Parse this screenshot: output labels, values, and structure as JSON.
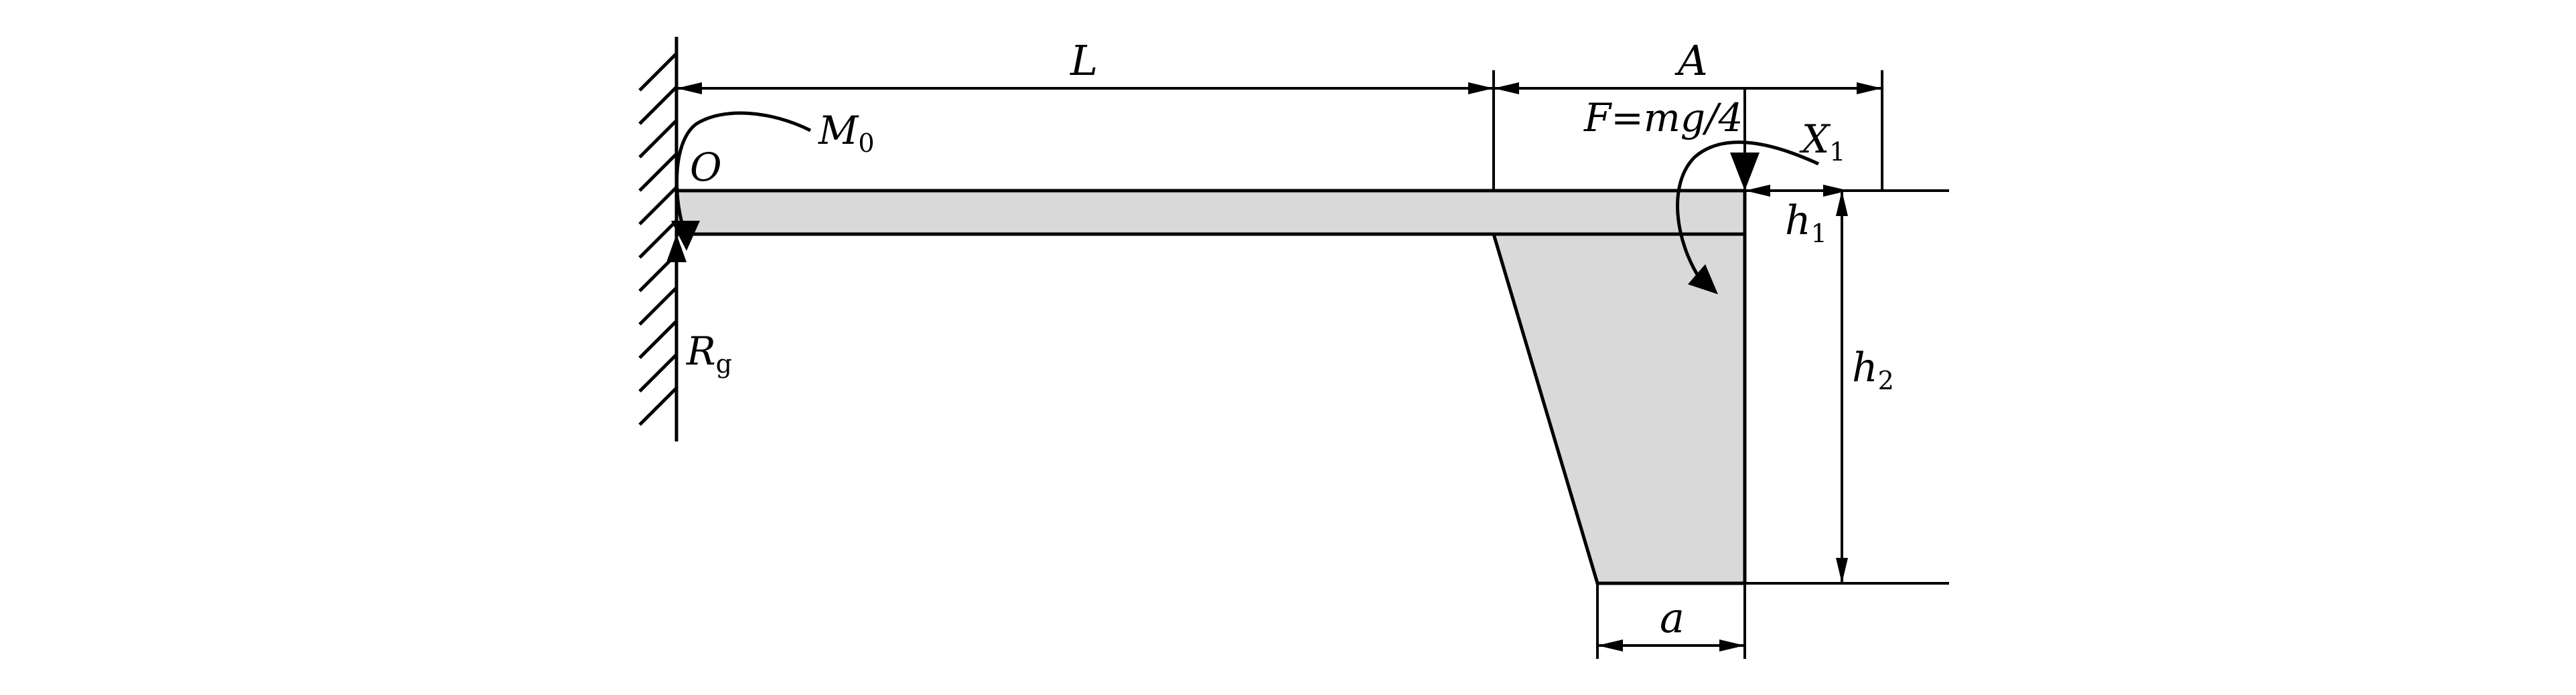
{
  "labels": {
    "L": "L",
    "A": "A",
    "F": "F=mg/4",
    "M0_main": "M",
    "M0_sub": "0",
    "O": "O",
    "X1_main": "X",
    "X1_sub": "1",
    "h1_main": "h",
    "h1_sub": "1",
    "h2_main": "h",
    "h2_sub": "2",
    "Rg_main": "R",
    "Rg_sub": "g",
    "a": "a"
  },
  "colors": {
    "line": "#000000",
    "fill": "#d9d9d9",
    "background": "#ffffff"
  }
}
